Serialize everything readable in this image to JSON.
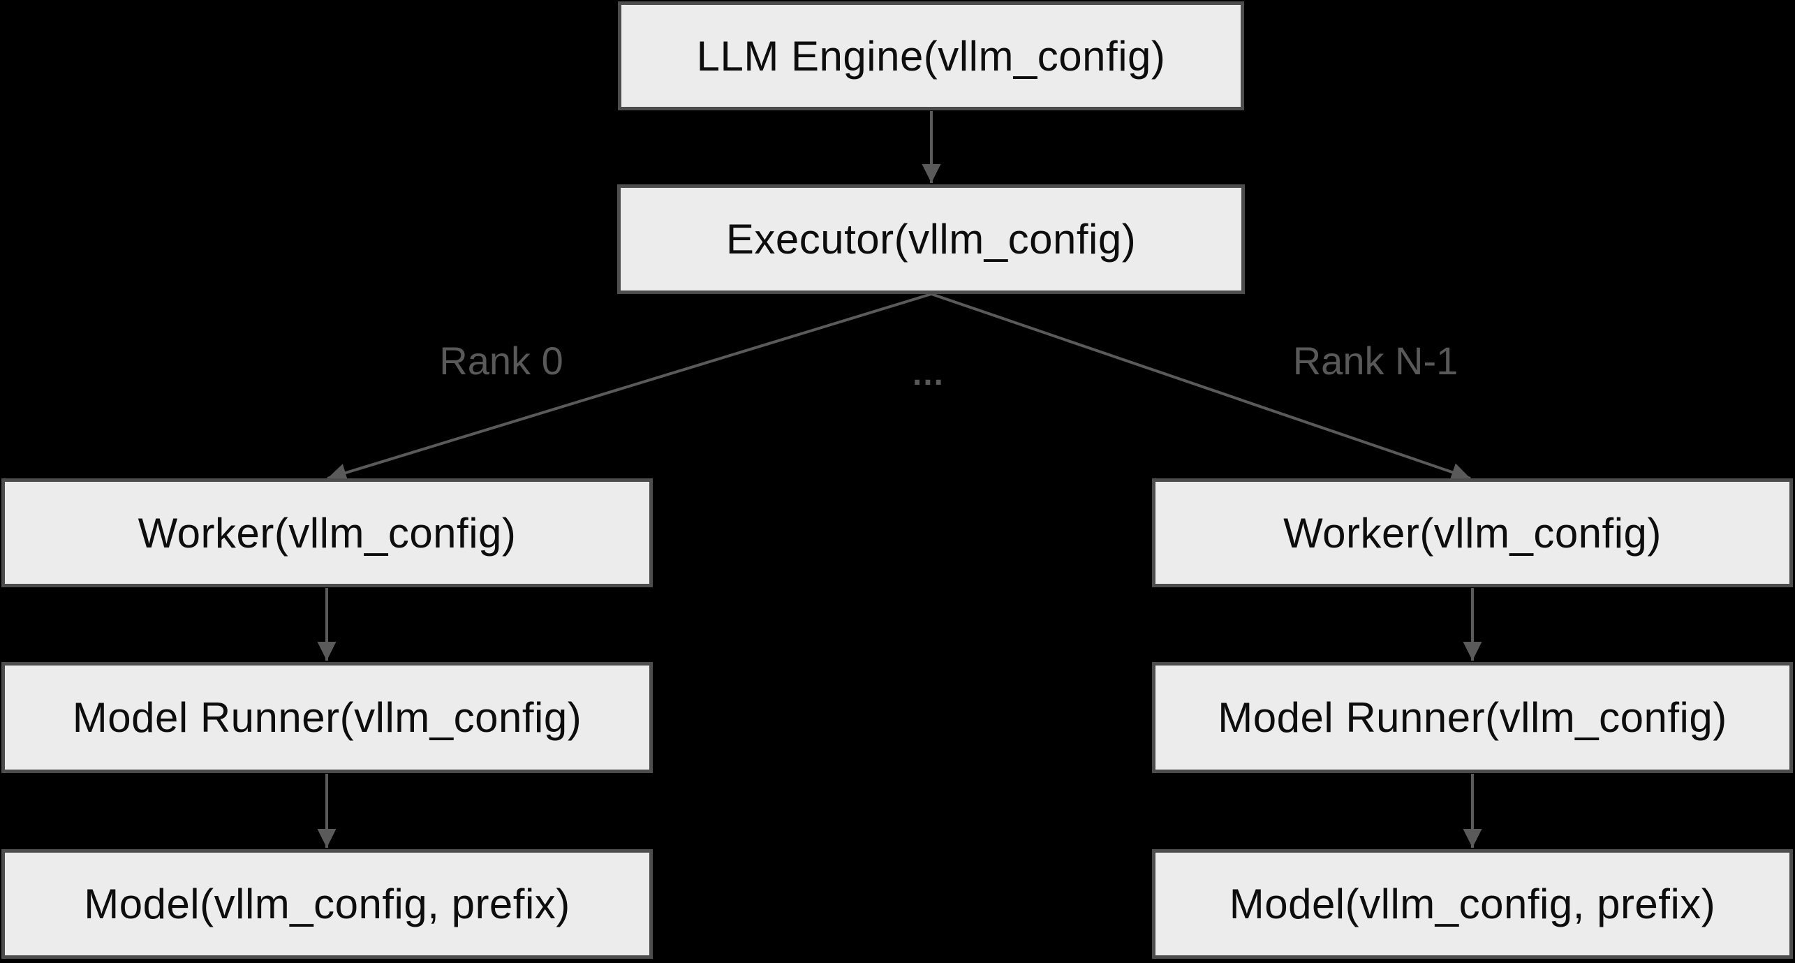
{
  "diagram": {
    "colors": {
      "background": "#000000",
      "node_fill": "#ececec",
      "node_border": "#4d4d4d",
      "node_text": "#0d0d0d",
      "edge": "#5a5a5a",
      "edge_label": "#595959"
    },
    "nodes": {
      "llm_engine": {
        "label": "LLM Engine(vllm_config)"
      },
      "executor": {
        "label": "Executor(vllm_config)"
      },
      "worker_rank0": {
        "label": "Worker(vllm_config)"
      },
      "model_runner_rank0": {
        "label": "Model Runner(vllm_config)"
      },
      "model_rank0": {
        "label": "Model(vllm_config, prefix)"
      },
      "worker_rankN": {
        "label": "Worker(vllm_config)"
      },
      "model_runner_rankN": {
        "label": "Model Runner(vllm_config)"
      },
      "model_rankN": {
        "label": "Model(vllm_config, prefix)"
      }
    },
    "edge_labels": {
      "rank0": "Rank 0",
      "rankN": "Rank N-1",
      "ellipsis": "…"
    },
    "edges": [
      {
        "from": "llm_engine",
        "to": "executor"
      },
      {
        "from": "executor",
        "to": "worker_rank0",
        "label": "Rank 0"
      },
      {
        "from": "executor",
        "to": "worker_rankN",
        "label": "Rank N-1"
      },
      {
        "from": "worker_rank0",
        "to": "model_runner_rank0"
      },
      {
        "from": "model_runner_rank0",
        "to": "model_rank0"
      },
      {
        "from": "worker_rankN",
        "to": "model_runner_rankN"
      },
      {
        "from": "model_runner_rankN",
        "to": "model_rankN"
      }
    ]
  }
}
